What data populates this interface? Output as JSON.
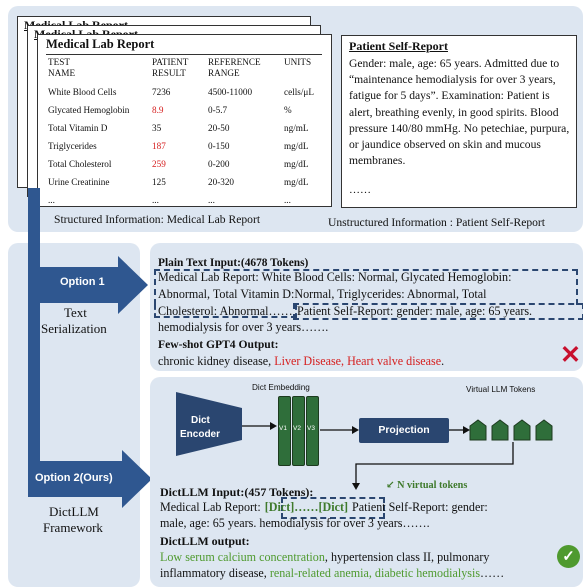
{
  "lab_report": {
    "back_title_1": "Medical Lab Report",
    "back_title_2": "Medical Lab Report",
    "title": "Medical Lab Report",
    "headers": [
      "TEST\nNAME",
      "PATIENT\nRESULT",
      "REFERENCE\nRANGE",
      "UNITS"
    ],
    "rows": [
      {
        "name": "White Blood Cells",
        "result": "7236",
        "range": "4500-11000",
        "units": "cells/μL",
        "abnormal": false
      },
      {
        "name": "Glycated Hemoglobin",
        "result": "8.9",
        "range": "0-5.7",
        "units": "%",
        "abnormal": true
      },
      {
        "name": "Total Vitamin D",
        "result": "35",
        "range": "20-50",
        "units": "ng/mL",
        "abnormal": false
      },
      {
        "name": "Triglycerides",
        "result": "187",
        "range": "0-150",
        "units": "mg/dL",
        "abnormal": true
      },
      {
        "name": "Total Cholesterol",
        "result": "259",
        "range": "0-200",
        "units": "mg/dL",
        "abnormal": true
      },
      {
        "name": "Urine Creatinine",
        "result": "125",
        "range": "20-320",
        "units": "mg/dL",
        "abnormal": false
      },
      {
        "name": "...",
        "result": "...",
        "range": "...",
        "units": "...",
        "abnormal": false
      }
    ],
    "caption": "Structured Information: Medical Lab Report"
  },
  "self_report": {
    "title": "Patient Self-Report",
    "body": "Gender: male, age: 65 years. Admitted due to “maintenance hemodialysis for over 3 years, fatigue for 5 days”. Examination: Patient is alert, breathing evenly, in good spirits. Blood pressure 140/80 mmHg. No petechiae, purpura, or jaundice observed on skin and mucous membranes.",
    "ellipsis": "……",
    "caption": "Unstructured Information : Patient Self-Report"
  },
  "option1": {
    "label": "Option 1",
    "name_line1": "Text",
    "name_line2": "Serialization",
    "input_title": "Plain Text Input:(4678 Tokens)",
    "input_line1": "Medical Lab Report: White Blood Cells: Normal, Glycated Hemoglobin:",
    "input_line2": "Abnormal, Total Vitamin D:Normal, Triglycerides: Abnormal, Total",
    "input_line3a": "Cholesterol: Abnormal……",
    "input_line3b": "Patient Self-Report: gender: male, age: 65 years.",
    "input_line4": "hemodialysis for over 3 years…….",
    "output_title": "Few-shot GPT4 Output:",
    "output_normal": "chronic kidney disease, ",
    "output_wrong": "Liver Disease, Heart valve disease",
    "output_end": ".",
    "verdict_icon": "✕"
  },
  "option2": {
    "label": "Option 2(Ours)",
    "name_line1": "DictLLM",
    "name_line2": "Framework",
    "dict_embedding_label": "Dict Embedding",
    "virtual_tokens_label": "Virtual LLM Tokens",
    "encoder_line1": "Dict",
    "encoder_line2": "Encoder",
    "v1": "V1",
    "v2": "V2",
    "v3": "V3",
    "projection_label": "Projection",
    "n_virtual_tokens": "N virtual tokens",
    "input_title": "DictLLM Input:(457 Tokens):",
    "input_line1a": "Medical Lab Report:",
    "input_dict": "[Dict]……[Dict]",
    "input_line1b": "Patient Self-Report: gender:",
    "input_line2": "male, age: 65 years. hemodialysis for over 3 years…….",
    "output_title": "DictLLM output:",
    "out_g1": "Low serum calcium concentration",
    "out_b1": ", hypertension class II, pulmonary",
    "out_b2": "inflammatory disease, ",
    "out_g2": "renal-related anemia, diabetic hemodialysis",
    "out_b3": "……",
    "verdict_icon": "✓"
  },
  "colors": {
    "panel": "#dde6f1",
    "arrow": "#2f5790",
    "abnormal": "#d62020",
    "correct": "#4f9a2f",
    "token": "#3f7a2c",
    "encoder": "#2a4670"
  }
}
